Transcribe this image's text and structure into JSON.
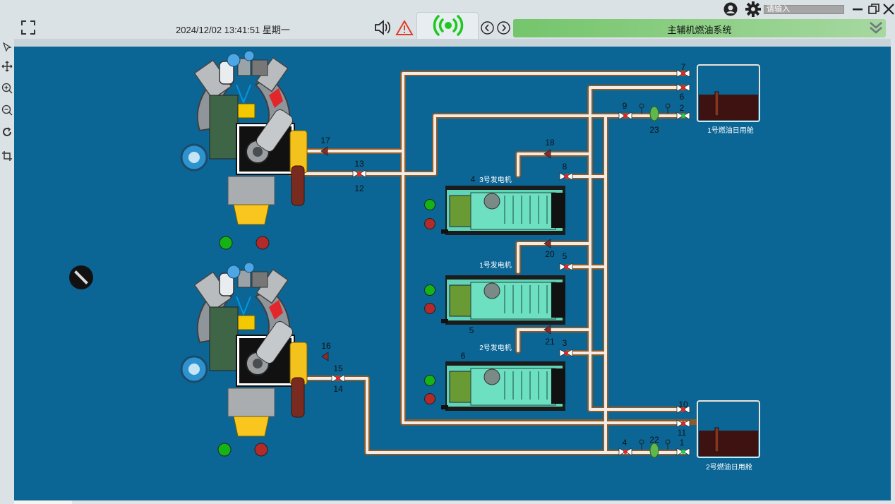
{
  "header": {
    "datetime": "2024/12/02 13:41:51 星期一",
    "title": "主辅机燃油系统",
    "search_placeholder": "请输入"
  },
  "icons": {
    "fullscreen": "fullscreen-icon",
    "speaker": "speaker-icon",
    "alarm": "warning-triangle-icon",
    "signal": "signal-icon",
    "prev": "chevron-left-icon",
    "next": "chevron-right-icon",
    "collapse": "double-chevron-down-icon",
    "user": "user-icon",
    "settings": "gear-icon",
    "minimize": "minimize-icon",
    "restore": "restore-icon",
    "close": "close-icon"
  },
  "tools": [
    "pointer-icon",
    "move-icon",
    "zoom-in-icon",
    "zoom-out-icon",
    "rotate-icon",
    "crop-icon"
  ],
  "colors": {
    "canvas": "#0b6696",
    "pipe": "#f1ece5",
    "pipe_edge": "#8c5a2b",
    "run_green": "#14b414",
    "stop_red": "#b22a2a",
    "tank_oil": "#3e1210",
    "title_green": "#74c56b"
  },
  "tanks": [
    {
      "label": "1号燃油日用舱"
    },
    {
      "label": "2号燃油日用舱"
    }
  ],
  "generators": [
    {
      "label": "3号发电机"
    },
    {
      "label": "1号发电机"
    },
    {
      "label": "2号发电机"
    }
  ],
  "valve_labels": {
    "v1": "1",
    "v2": "2",
    "v3": "3",
    "v4": "4",
    "v5": "5",
    "v6": "6",
    "v7": "7",
    "v8": "8",
    "v9": "9",
    "v10": "10",
    "v11": "11",
    "v12": "12",
    "v13": "13",
    "v14": "14",
    "v15": "15",
    "v16": "16",
    "v17": "17",
    "v18": "18",
    "v20": "20",
    "v21": "21",
    "v22": "22",
    "v23": "23"
  },
  "gen_numbers": {
    "g4": "4",
    "g5": "5",
    "g6": "6"
  }
}
